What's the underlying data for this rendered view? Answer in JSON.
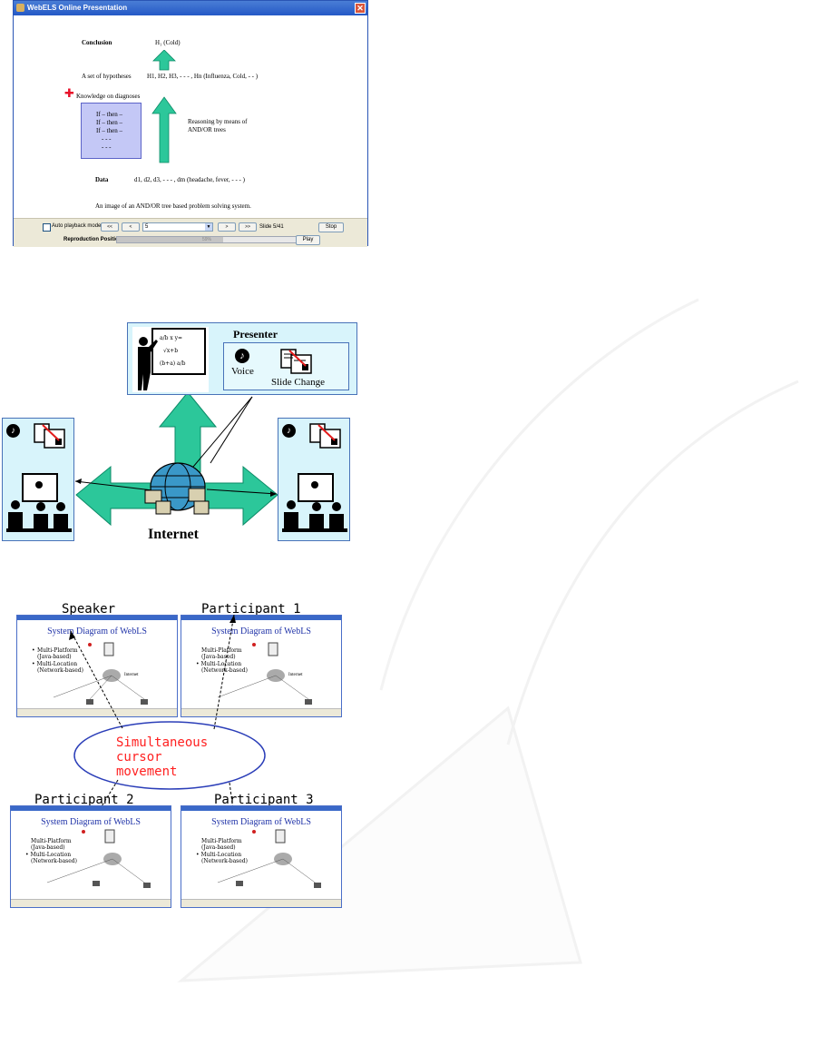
{
  "figure1": {
    "window_title": "WebELS Online Presentation",
    "slide": {
      "conclusion_label": "Conclusion",
      "conclusion_value": "H₁ (Cold)",
      "hypotheses_label": "A set of hypotheses",
      "hypotheses_value": "H1, H2, H3,  - - - , Hn (Influenza, Cold, - - )",
      "knowledge_label": "Knowledge on diagnoses",
      "rule_lines": [
        "If – then –",
        "If – then –",
        "If – then –",
        "- - -",
        "- - -"
      ],
      "reasoning_line1": "Reasoning by means of",
      "reasoning_line2": "AND/OR trees",
      "data_label": "Data",
      "data_value": "d1, d2, d3, - - - , dm  (headache, fever, - - - )",
      "caption": "An image of an AND/OR tree based problem solving system."
    },
    "controls": {
      "auto_playback_label": "Auto playback mode",
      "btn_first": "<<",
      "btn_prev": "<",
      "slide_select_value": "5",
      "btn_next": ">",
      "btn_last": ">>",
      "slide_counter": "Slide 5/41",
      "stop_label": "Stop",
      "reproduction_label": "Reproduction Position",
      "progress_text": "59%",
      "progress_fraction": 0.59,
      "play_label": "Play"
    }
  },
  "figure2": {
    "presenter_label": "Presenter",
    "voice_label": "Voice",
    "slide_change_label": "Slide Change",
    "internet_label": "Internet",
    "note_icon": "music-note-icon"
  },
  "figure3": {
    "speaker_label": "Speaker",
    "participant1_label": "Participant 1",
    "participant2_label": "Participant 2",
    "participant3_label": "Participant 3",
    "ellipse_line1": "Simultaneous",
    "ellipse_line2": "cursor",
    "ellipse_line3": "movement",
    "screen_title": "System Diagram of WebLS",
    "bullet1": "Multi-Platform",
    "bullet1_sub": "(Java-based)",
    "bullet2": "Multi-Location",
    "bullet2_sub": "(Network-based)",
    "internet_small": "Internet"
  },
  "colors": {
    "arrow_green": "#2cc79a",
    "panel_blue": "#d8f4fb",
    "title_blue": "#2033a8",
    "ellipse_text_red": "#ff2020"
  }
}
